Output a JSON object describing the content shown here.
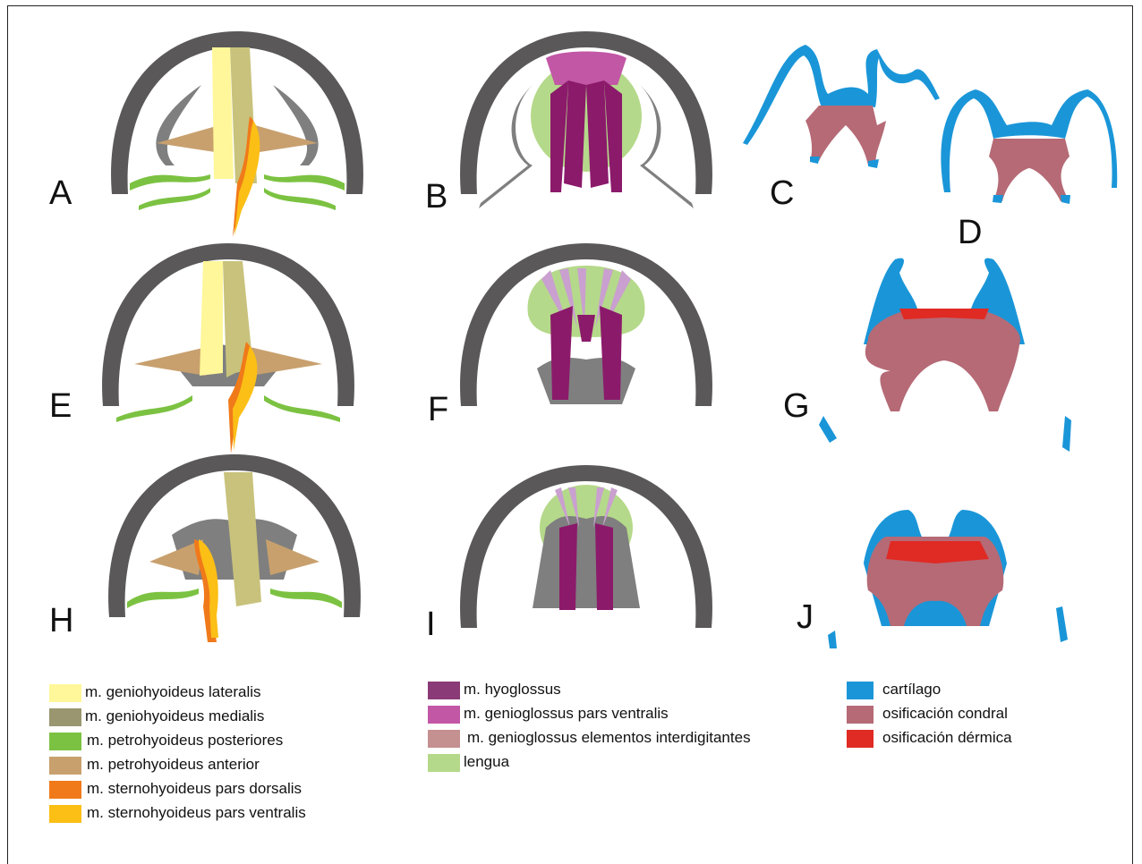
{
  "panels": {
    "A": "A",
    "B": "B",
    "C": "C",
    "D": "D",
    "E": "E",
    "F": "F",
    "G": "G",
    "H": "H",
    "I": "I",
    "J": "J"
  },
  "colors": {
    "mandible": "#5a5858",
    "hyoid_gray": "#7f7f7f",
    "gh_lateralis": "#fff799",
    "gh_medialis": "#c8c27c",
    "petro_posterior": "#7cc242",
    "petro_anterior": "#c8a06e",
    "stern_dorsalis": "#f07a1a",
    "stern_ventralis": "#fbbf16",
    "hyoglossus": "#8b1a6b",
    "genio_ventralis": "#c257a6",
    "genio_inter": "#c9a0cf",
    "lengua": "#b5d98a",
    "cartilago": "#1a96d8",
    "osif_condral": "#b56a76",
    "osif_dermica": "#e02a24"
  },
  "legend": {
    "col1": [
      {
        "label": "m. geniohyoideus lateralis",
        "color": "#fff799"
      },
      {
        "label": "m. geniohyoideus medialis",
        "color": "#9a9670"
      },
      {
        "label": "m. petrohyoideus posteriores",
        "color": "#7cc242"
      },
      {
        "label": "m. petrohyoideus anterior",
        "color": "#c8a06e"
      },
      {
        "label": "m. sternohyoideus pars dorsalis",
        "color": "#f07a1a"
      },
      {
        "label": "m. sternohyoideus pars ventralis",
        "color": "#fbbf16"
      }
    ],
    "col2": [
      {
        "label": "m. hyoglossus",
        "color": "#8b3a78"
      },
      {
        "label": "m. genioglossus pars ventralis",
        "color": "#c257a6"
      },
      {
        "label": "m. genioglossus elementos interdigitantes",
        "color": "#c49090"
      },
      {
        "label": "lengua",
        "color": "#b5d98a"
      }
    ],
    "col3": [
      {
        "label": "cartílago",
        "color": "#1a96d8"
      },
      {
        "label": "osificación condral",
        "color": "#b56a76"
      },
      {
        "label": "osificación dérmica",
        "color": "#e02a24"
      }
    ]
  }
}
